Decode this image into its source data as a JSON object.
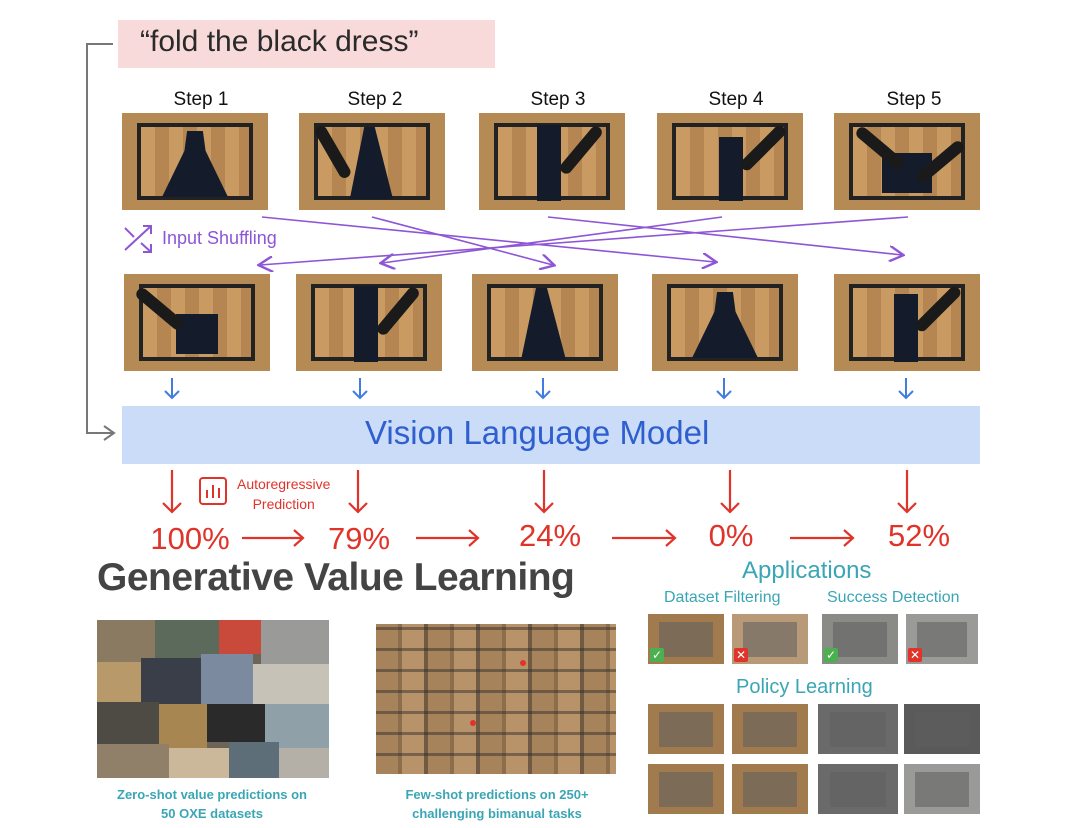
{
  "prompt": "“fold the black dress”",
  "steps": [
    "Step 1",
    "Step 2",
    "Step 3",
    "Step 4",
    "Step 5"
  ],
  "shuffle_label": "Input Shuffling",
  "model_label": "Vision Language Model",
  "autoregressive_label": [
    "Autoregressive",
    "Prediction"
  ],
  "predictions": [
    "100%",
    "79%",
    "24%",
    "0%",
    "52%"
  ],
  "main_title": "Generative Value Learning",
  "applications": {
    "title": "Applications",
    "dataset_filtering": "Dataset Filtering",
    "success_detection": "Success Detection",
    "policy_learning": "Policy Learning"
  },
  "captions": {
    "zero_shot": [
      "Zero-shot value predictions on",
      "50 OXE datasets"
    ],
    "few_shot": [
      "Few-shot predictions on 250+",
      "challenging bimanual tasks"
    ]
  },
  "colors": {
    "prompt_bg": "#f9dada",
    "shuffle": "#8e55d6",
    "flow_arrow": "#3f7de0",
    "model_bg": "#cadcf8",
    "model_text": "#2f5fcf",
    "prediction": "#e0342a",
    "applications": "#3aa6b5"
  },
  "icons": {
    "shuffle": "shuffle-icon",
    "globe": "globe-icon",
    "chart": "bar-chart-icon",
    "check": "check-icon",
    "cross": "cross-icon"
  }
}
